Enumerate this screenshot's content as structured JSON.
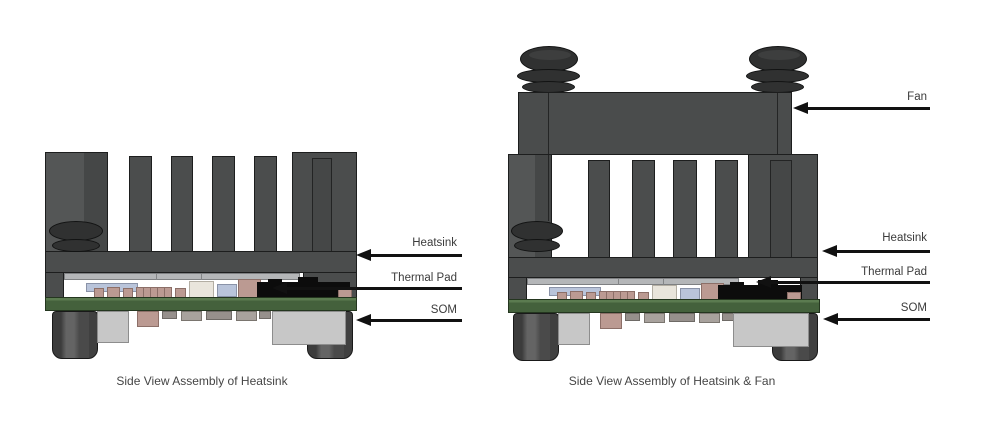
{
  "figure": {
    "background": "#ffffff",
    "diagrams": [
      {
        "id": "heatsink-only",
        "caption": "Side View Assembly of Heatsink",
        "labels": [
          {
            "text": "Heatsink"
          },
          {
            "text": "Thermal Pad"
          },
          {
            "text": "SOM"
          }
        ]
      },
      {
        "id": "heatsink-and-fan",
        "caption": "Side View Assembly of Heatsink & Fan",
        "labels": [
          {
            "text": "Fan"
          },
          {
            "text": "Heatsink"
          },
          {
            "text": "Thermal Pad"
          },
          {
            "text": "SOM"
          }
        ]
      }
    ],
    "palette": {
      "heatsink_gray": "#4b4d4d",
      "outline_dark": "#1d1e1e",
      "screw_dark": "#303131",
      "pcb_green": "#44613c",
      "pcb_edge": "#24361f",
      "standoff_hex_gray": "#4a4a4a",
      "connector_gray": "#c7c7c7",
      "component_pink": "#bb9a92",
      "component_blue": "#b9c4da",
      "component_cream": "#e9e5dc",
      "shelf_gray": "#b4b6b8",
      "thermal_pad_black": "#0c0c0c",
      "label_text": "#3b3b3b",
      "arrow_black": "#111111"
    }
  }
}
